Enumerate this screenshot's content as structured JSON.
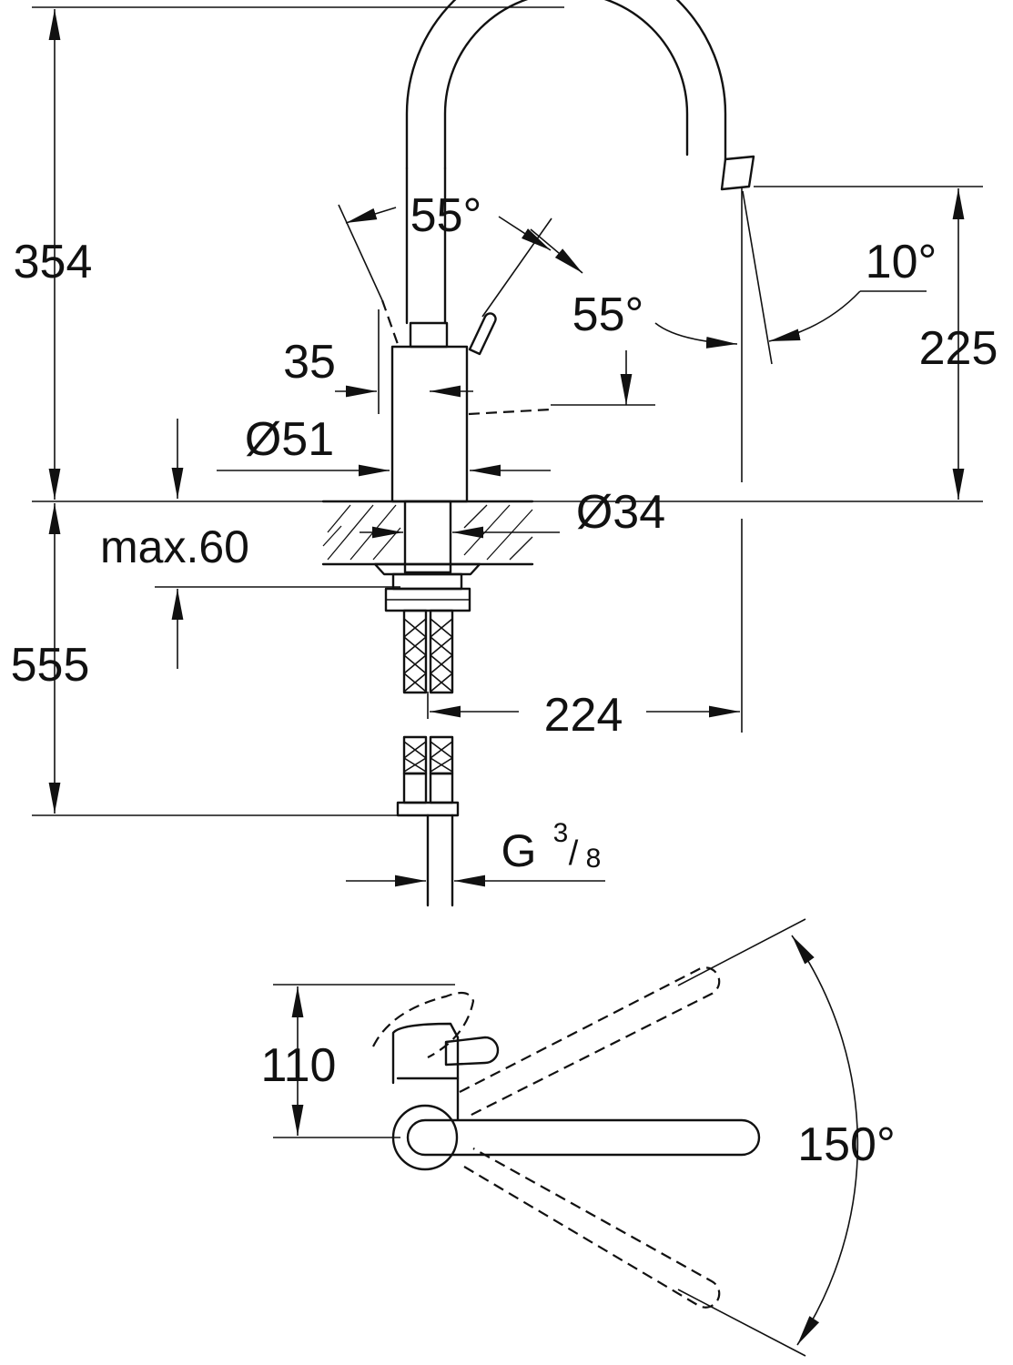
{
  "diagram": {
    "colors": {
      "line": "#111111",
      "background": "#ffffff"
    },
    "dimensions": {
      "total_height": "354",
      "spout_angle_left": "55°",
      "spout_angle_right": "55°",
      "spout_tilt": "10°",
      "spout_height": "225",
      "lever_offset": "35",
      "body_diameter": "Ø51",
      "shank_diameter": "Ø34",
      "max_countertop": "max.60",
      "hose_length": "555",
      "spout_reach": "224",
      "connection_thread_main": "G",
      "connection_thread_num": "3",
      "connection_thread_den": "8",
      "handle_clearance": "110",
      "swivel_angle": "150°"
    }
  }
}
